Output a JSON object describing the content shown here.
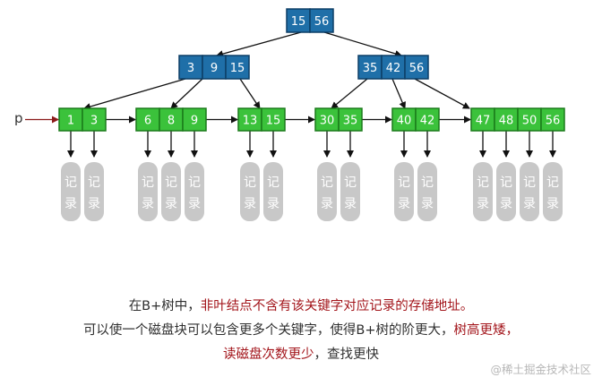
{
  "tree": {
    "root": [
      "15",
      "56"
    ],
    "internal_left": [
      "3",
      "9",
      "15"
    ],
    "internal_right": [
      "35",
      "42",
      "56"
    ],
    "leaves": [
      [
        "1",
        "3"
      ],
      [
        "6",
        "8",
        "9"
      ],
      [
        "13",
        "15"
      ],
      [
        "30",
        "35"
      ],
      [
        "40",
        "42"
      ],
      [
        "47",
        "48",
        "50",
        "56"
      ]
    ],
    "pointer_label": "p",
    "record_line1": "记",
    "record_line2": "录"
  },
  "caption": {
    "line1_prefix": "在B+树中，",
    "line1_red": "非叶结点不含有该关键字对应记录的存储地址。",
    "line2_prefix": "可以使一个磁盘块可以包含更多个关键字，使得B+树的阶更大，",
    "line2_red": "树高更矮，",
    "line3_red": "读磁盘次数更少",
    "line3_suffix": "，查找更快"
  },
  "watermark": "@稀土掘金技术社区",
  "colors": {
    "blue_fill": "#1f6fa8",
    "blue_border": "#0d3e66",
    "green_fill": "#3bc23b",
    "green_border": "#1b7a1b",
    "record_fill": "#c8c8c8",
    "pointer_arrow": "#8b1a1a",
    "red_text": "#a3151b"
  }
}
